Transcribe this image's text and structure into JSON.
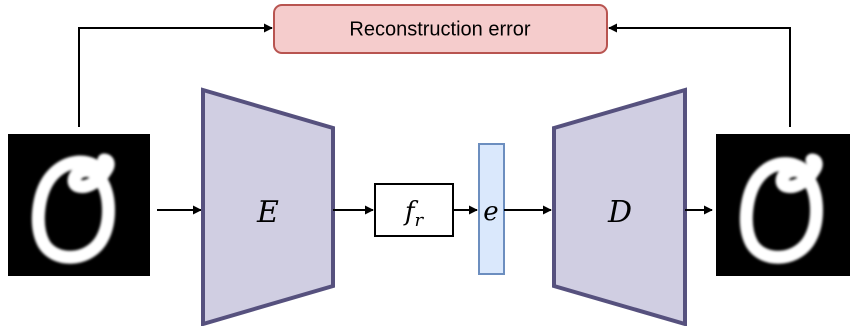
{
  "diagram": {
    "loss_label": "Reconstruction error",
    "encoder_label": "E",
    "function_label_main": "f",
    "function_label_sub": "r",
    "embedding_label": "e",
    "decoder_label": "D"
  },
  "colors": {
    "loss_fill": "#f5cccc",
    "loss_stroke": "#b85450",
    "network_fill": "#d0cee2",
    "network_stroke": "#56517e",
    "embedding_fill": "#dae8fc",
    "embedding_stroke": "#6c8ebf",
    "digit_background": "#000000",
    "digit_stroke": "#ffffff",
    "arrow": "#000000"
  },
  "icons": {
    "input_image": "mnist-digit-zero-image",
    "output_image": "reconstructed-digit-zero-image"
  }
}
